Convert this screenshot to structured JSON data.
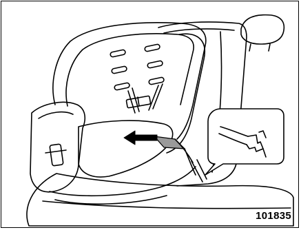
{
  "figure": {
    "number": "101835",
    "subject": "child-safety-seat-installation",
    "colors": {
      "line": "#000000",
      "paper": "#ffffff",
      "belt_shading": "#9a9a9a"
    },
    "icons": [
      "direction-arrow",
      "buckle-detail-callout"
    ]
  }
}
